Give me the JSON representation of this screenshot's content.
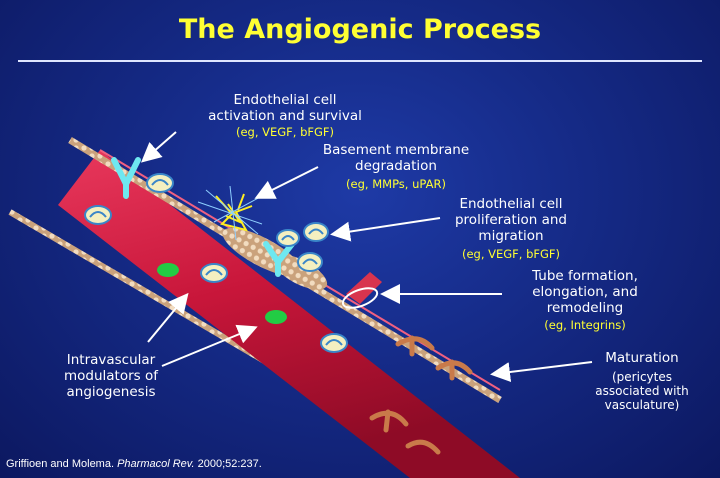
{
  "title": "The Angiogenic Process",
  "labels": {
    "activation": {
      "line1": "Endothelial cell",
      "line2": "activation and survival",
      "example": "(eg, VEGF, bFGF)"
    },
    "degradation": {
      "line1": "Basement membrane",
      "line2": "degradation",
      "example": "(eg, MMPs, uPAR)"
    },
    "proliferation": {
      "line1": "Endothelial cell",
      "line2": "proliferation and",
      "line3": "migration",
      "example": "(eg, VEGF, bFGF)"
    },
    "tube": {
      "line1": "Tube formation,",
      "line2": "elongation, and",
      "line3": "remodeling",
      "example": "(eg, Integrins)"
    },
    "maturation": {
      "line1": "Maturation",
      "sub1": "(pericytes",
      "sub2": "associated with",
      "sub3": "vasculature)"
    },
    "intravascular": {
      "line1": "Intravascular",
      "line2": "modulators of",
      "line3": "angiogenesis"
    }
  },
  "citation": {
    "authors": "Griffioen and Molema.",
    "journal": "Pharmacol Rev.",
    "ref": "2000;52:237."
  },
  "colors": {
    "background": "#152a86",
    "title": "#ffff33",
    "vessel": "#c8163a",
    "vessel_highlight": "#e8385c",
    "membrane": "#d8b08a",
    "receptor": "#6ee8f0",
    "cell_green": "#22cc44",
    "arrow": "#ffffff"
  }
}
